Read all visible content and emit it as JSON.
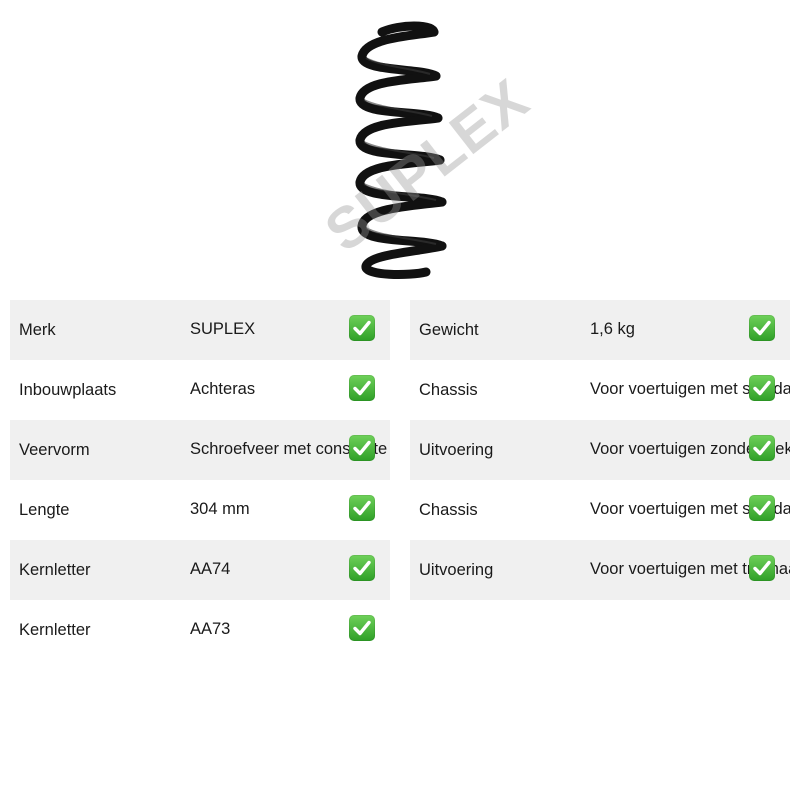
{
  "image": {
    "watermark": "SUPLEX",
    "accent_color": "#2e9f27"
  },
  "left_rows": [
    {
      "label": "Merk",
      "value": "SUPLEX"
    },
    {
      "label": "Inbouwplaats",
      "value": "Achteras"
    },
    {
      "label": "Veervorm",
      "value": "Schroefveer met constante"
    },
    {
      "label": "Lengte",
      "value": "304 mm"
    },
    {
      "label": "Kernletter",
      "value": "AA74"
    },
    {
      "label": "Kernletter",
      "value": "AA73"
    }
  ],
  "right_rows": [
    {
      "label": "Gewicht",
      "value": "1,6 kg"
    },
    {
      "label": "Chassis",
      "value": "Voor voertuigen met standaard"
    },
    {
      "label": "Uitvoering",
      "value": "Voor voertuigen zonder trekhaak"
    },
    {
      "label": "Chassis",
      "value": "Voor voertuigen met standaard"
    },
    {
      "label": "Uitvoering",
      "value": "Voor voertuigen met trekhaak"
    }
  ]
}
